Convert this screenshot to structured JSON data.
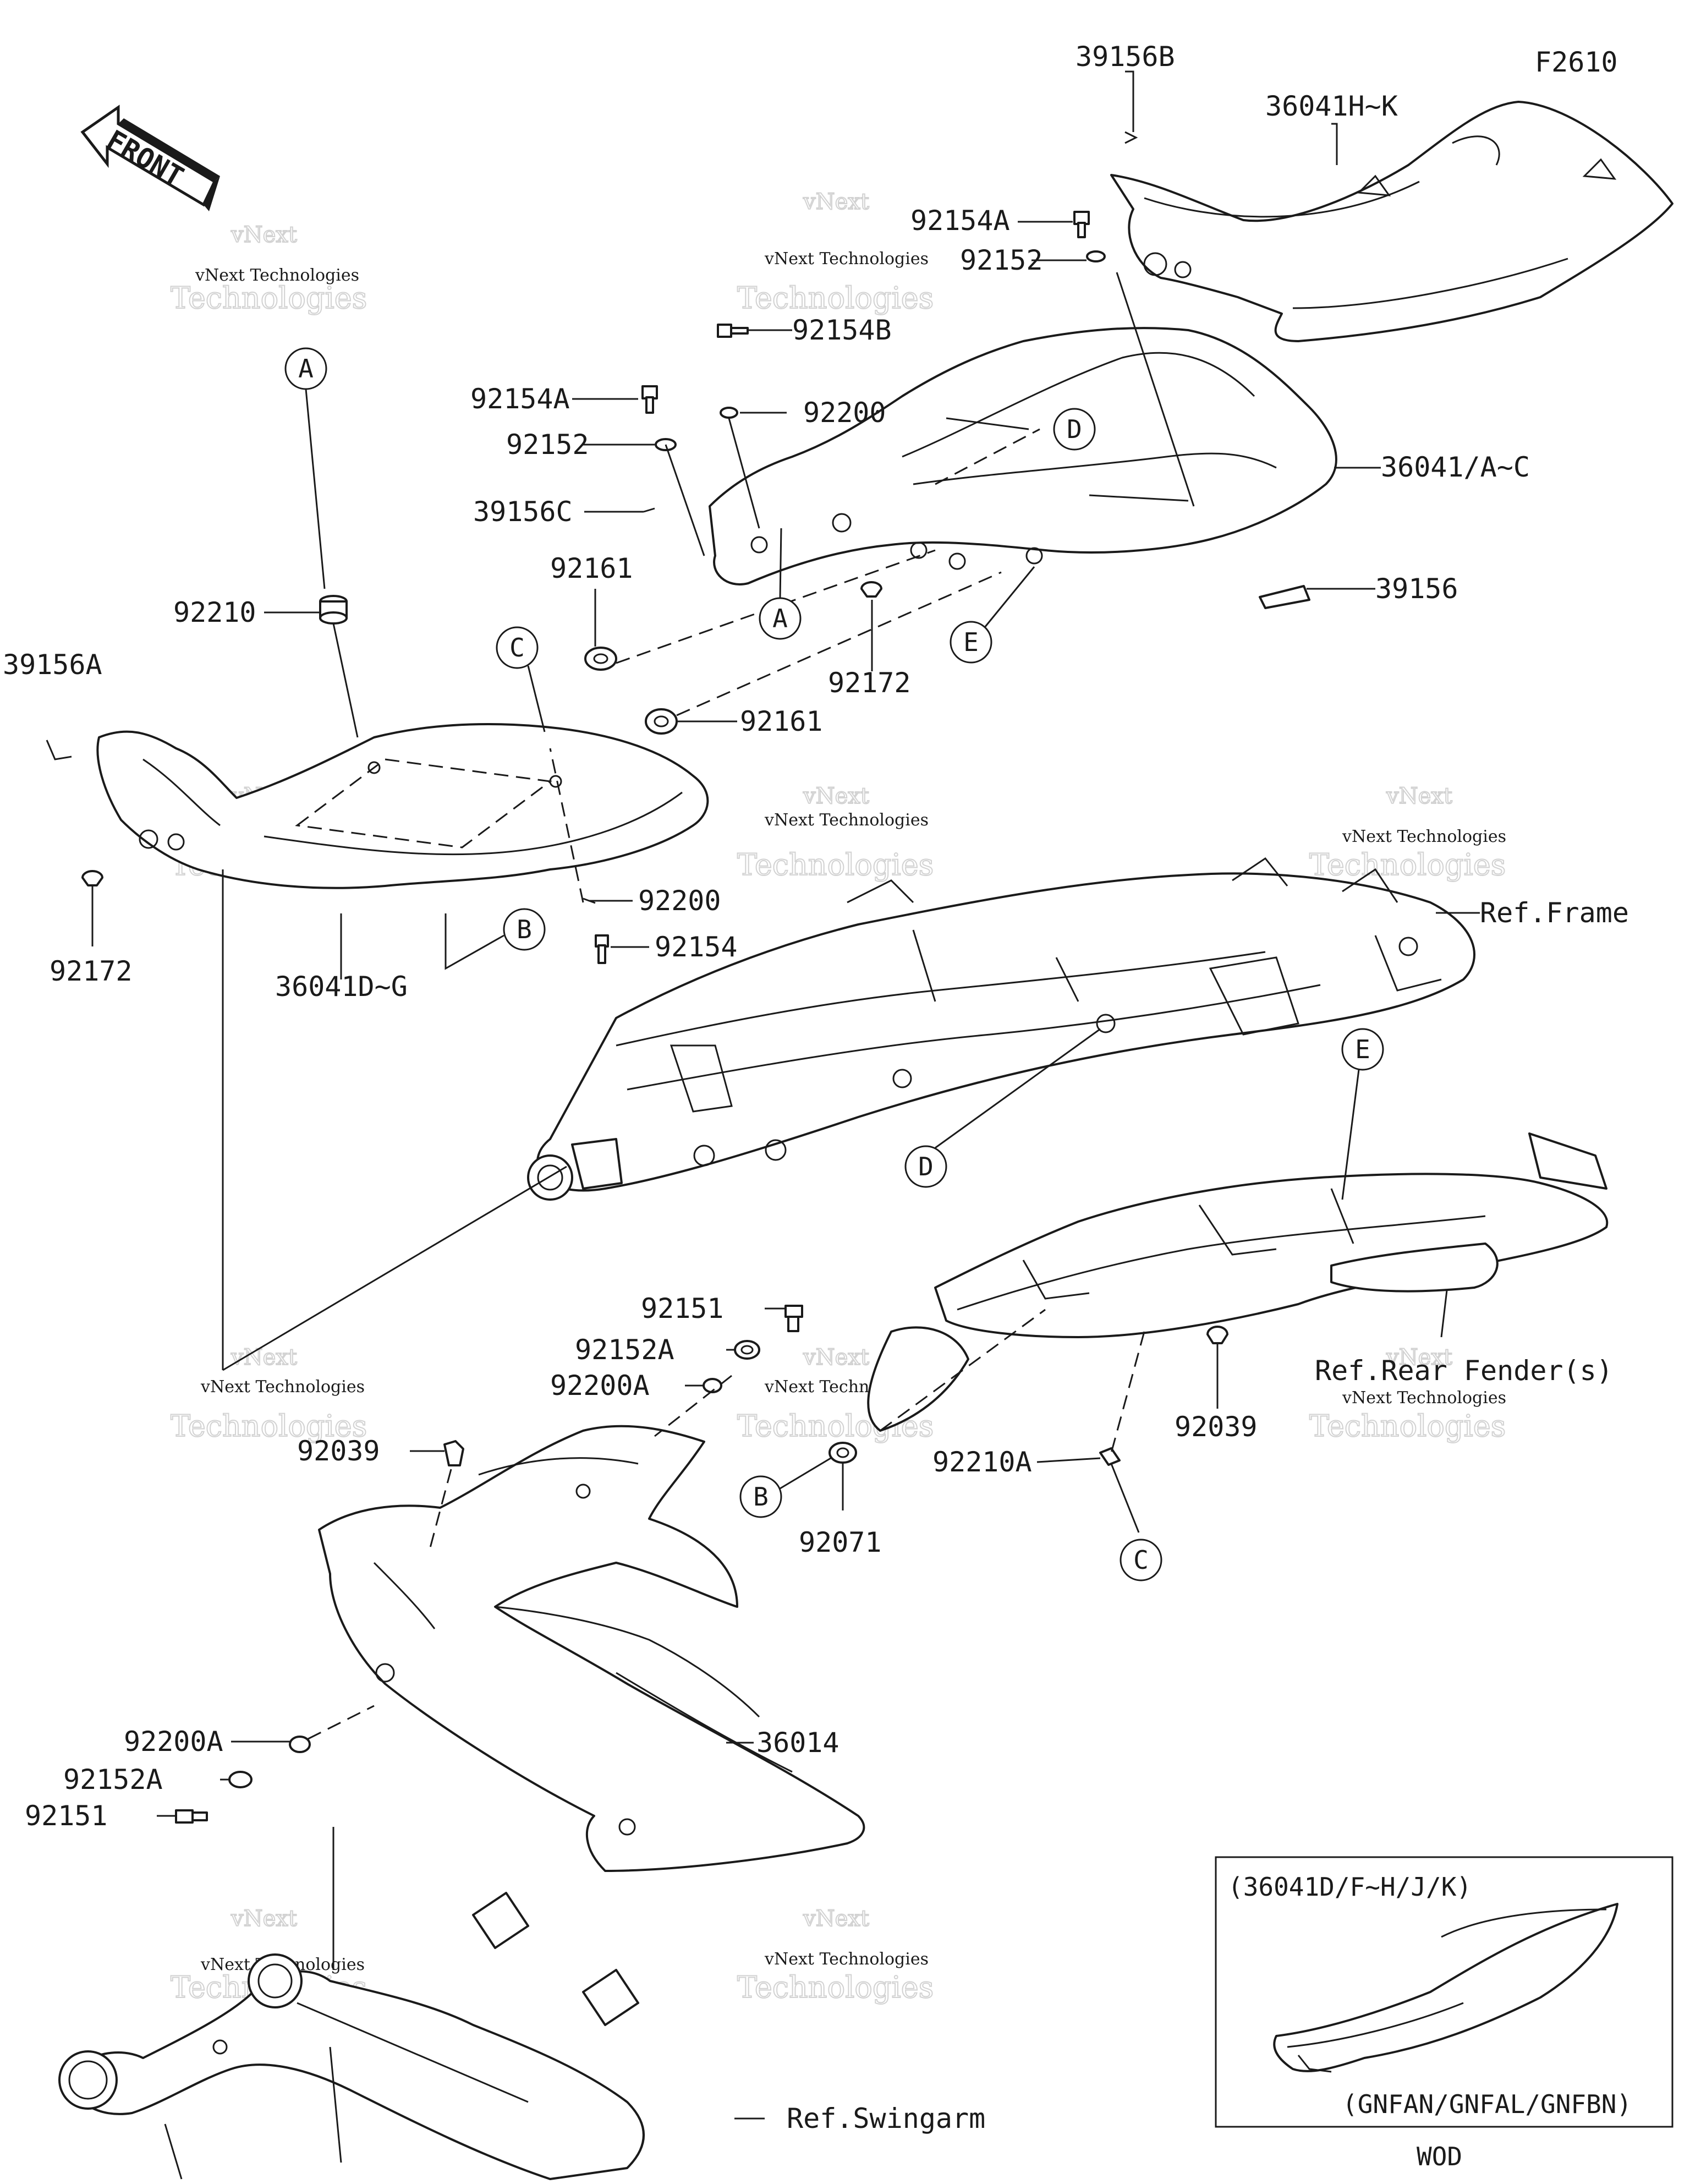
{
  "figure_code": "F2610",
  "front_arrow_text": "FRONT",
  "watermark": {
    "line1": "vNext Technologies",
    "line2": "Technologies",
    "line3": "vNext"
  },
  "labels": {
    "p39156B": "39156B",
    "p36041HK": "36041H~K",
    "p92154A_top": "92154A",
    "p92152_top": "92152",
    "p92154B": "92154B",
    "p92154A_mid": "92154A",
    "p92200_top": "92200",
    "p92152_mid": "92152",
    "p36041AC": "36041/A~C",
    "p39156C": "39156C",
    "p92161_a": "92161",
    "p39156": "39156",
    "p92210": "92210",
    "p92172_mid": "92172",
    "p39156A": "39156A",
    "p92161_b": "92161",
    "p92200_mid": "92200",
    "p92154": "92154",
    "p92172_left": "92172",
    "p36041DG": "36041D~G",
    "ref_frame": "Ref.Frame",
    "p92151_mid": "92151",
    "p92152A_mid": "92152A",
    "p92200A_mid": "92200A",
    "p92039_left": "92039",
    "ref_rear_fender": "Ref.Rear Fender(s)",
    "p92039_right": "92039",
    "p92210A": "92210A",
    "p92071": "92071",
    "p92200A_low": "92200A",
    "p36014": "36014",
    "p92152A_low": "92152A",
    "p92151_low": "92151",
    "ref_swingarm": "Ref.Swingarm"
  },
  "callouts": {
    "A": "A",
    "B": "B",
    "C": "C",
    "D": "D",
    "E": "E"
  },
  "inset": {
    "top_label": "(36041D/F~H/J/K)",
    "bottom_label": "(GNFAN/GNFAL/GNFBN)",
    "caption": "WOD"
  }
}
